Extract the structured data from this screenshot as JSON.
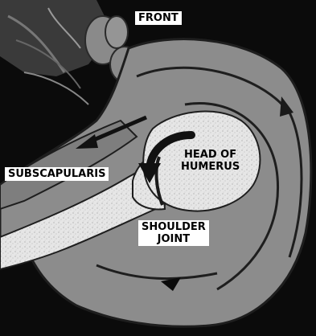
{
  "labels": {
    "front": "FRONT",
    "head_line1": "HEAD OF",
    "head_line2": "HUMERUS",
    "subscapularis": "SUBSCAPULARIS",
    "joint_line1": "SHOULDER",
    "joint_line2": "JOINT"
  },
  "colors": {
    "background": "#0b0b0b",
    "muscle": "#8a8a8a",
    "muscle_outline": "#2a2a2a",
    "bone": "#e8e8e8",
    "label_box": "#ffffff",
    "label_text": "#000000"
  },
  "image_type": "cross-sectional scan of the shoulder (grayscale)"
}
